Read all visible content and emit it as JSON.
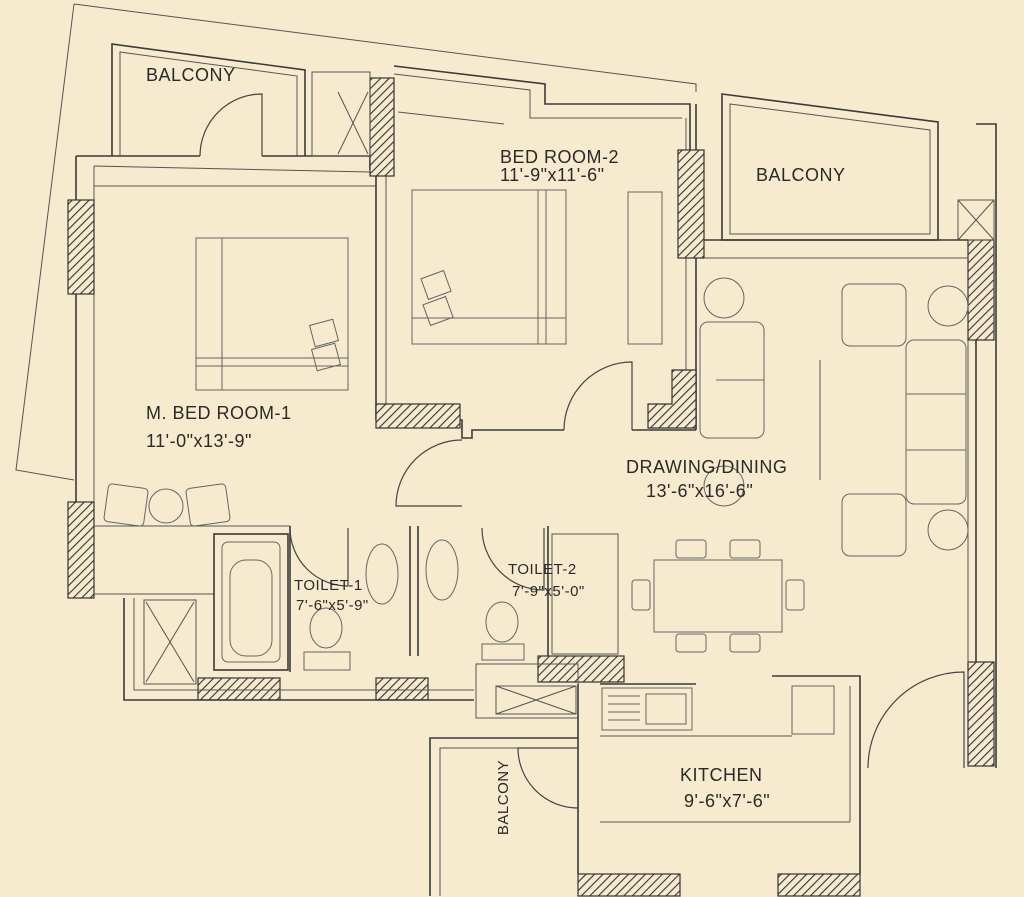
{
  "rooms": {
    "balcony_top_left": {
      "name": "BALCONY"
    },
    "bedroom_2": {
      "name": "BED ROOM-2",
      "size": "11'-9\"x11'-6\""
    },
    "balcony_top_right": {
      "name": "BALCONY"
    },
    "master_bedroom": {
      "name": "M. BED ROOM-1",
      "size": "11'-0\"x13'-9\""
    },
    "drawing_dining": {
      "name": "DRAWING/DINING",
      "size": "13'-6\"x16'-6\""
    },
    "toilet_1": {
      "name": "TOILET-1",
      "size": "7'-6\"x5'-9\""
    },
    "toilet_2": {
      "name": "TOILET-2",
      "size": "7'-9\"x5'-0\""
    },
    "kitchen": {
      "name": "KITCHEN",
      "size": "9'-6\"x7'-6\""
    },
    "balcony_kitchen": {
      "name": "BALCONY"
    }
  },
  "colors": {
    "background": "#f7ebcf",
    "wall": "#3a3a3a",
    "hatch": "#333333"
  }
}
